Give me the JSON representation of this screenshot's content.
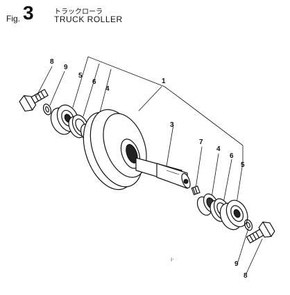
{
  "figure": {
    "prefix": "Fig.",
    "number": "3",
    "title_jp": "トラックローラ",
    "title_en": "TRUCK ROLLER"
  },
  "callouts": [
    {
      "id": "c8a",
      "label": "8"
    },
    {
      "id": "c9a",
      "label": "9"
    },
    {
      "id": "c5a",
      "label": "5"
    },
    {
      "id": "c6a",
      "label": "6"
    },
    {
      "id": "c4a",
      "label": "4"
    },
    {
      "id": "c1",
      "label": "1"
    },
    {
      "id": "c3",
      "label": "3"
    },
    {
      "id": "c7",
      "label": "7"
    },
    {
      "id": "c4b",
      "label": "4"
    },
    {
      "id": "c6b",
      "label": "6"
    },
    {
      "id": "c5b",
      "label": "5"
    },
    {
      "id": "c9b",
      "label": "9"
    },
    {
      "id": "c8b",
      "label": "8"
    }
  ],
  "stray_mark": "i·"
}
